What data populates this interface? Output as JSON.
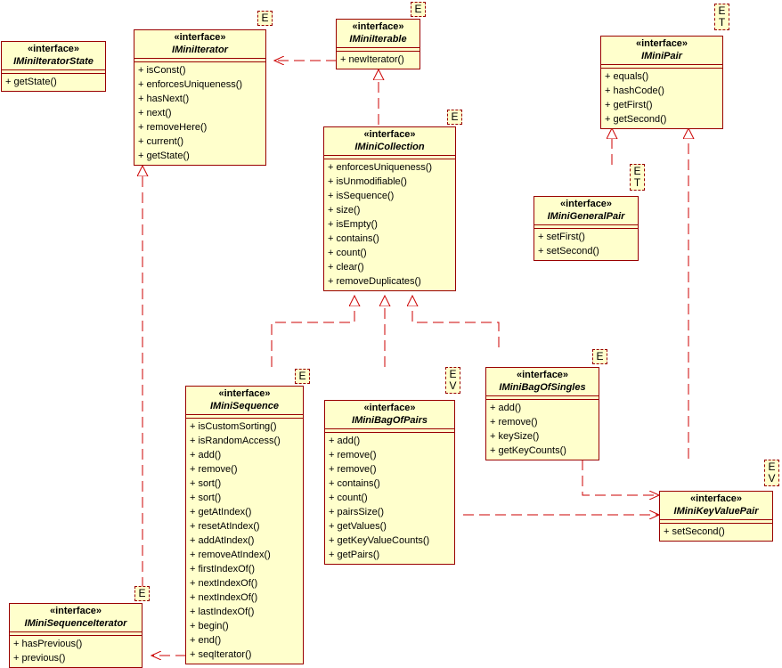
{
  "stereotype": "«interface»",
  "classes": {
    "iteratorState": {
      "name": "IMiniIteratorState",
      "methods": [
        "+ getState()"
      ],
      "type_params": []
    },
    "iterator": {
      "name": "IMiniIterator",
      "methods": [
        "+ isConst()",
        "+ enforcesUniqueness()",
        "+ hasNext()",
        "+ next()",
        "+ removeHere()",
        "+ current()",
        "+ getState()"
      ],
      "type_params": [
        "E"
      ]
    },
    "iterable": {
      "name": "IMiniIterable",
      "methods": [
        "+ newIterator()"
      ],
      "type_params": [
        "E"
      ]
    },
    "collection": {
      "name": "IMiniCollection",
      "methods": [
        "+ enforcesUniqueness()",
        "+ isUnmodifiable()",
        "+ isSequence()",
        "+ size()",
        "+ isEmpty()",
        "+ contains()",
        "+ count()",
        "+ clear()",
        "+ removeDuplicates()"
      ],
      "type_params": [
        "E"
      ]
    },
    "pair": {
      "name": "IMiniPair",
      "methods": [
        "+ equals()",
        "+ hashCode()",
        "+ getFirst()",
        "+ getSecond()"
      ],
      "type_params": [
        "E",
        "T"
      ]
    },
    "generalPair": {
      "name": "IMiniGeneralPair",
      "methods": [
        "+ setFirst()",
        "+ setSecond()"
      ],
      "type_params": [
        "E",
        "T"
      ]
    },
    "sequence": {
      "name": "IMiniSequence",
      "methods": [
        "+ isCustomSorting()",
        "+ isRandomAccess()",
        "+ add()",
        "+ remove()",
        "+ sort()",
        "+ sort()",
        "+ getAtIndex()",
        "+ resetAtIndex()",
        "+ addAtIndex()",
        "+ removeAtIndex()",
        "+ firstIndexOf()",
        "+ nextIndexOf()",
        "+ nextIndexOf()",
        "+ lastIndexOf()",
        "+ begin()",
        "+ end()",
        "+ seqIterator()"
      ],
      "type_params": [
        "E"
      ]
    },
    "bagOfPairs": {
      "name": "IMiniBagOfPairs",
      "methods": [
        "+ add()",
        "+ remove()",
        "+ remove()",
        "+ contains()",
        "+ count()",
        "+ pairsSize()",
        "+ getValues()",
        "+ getKeyValueCounts()",
        "+ getPairs()"
      ],
      "type_params": [
        "E",
        "V"
      ]
    },
    "bagOfSingles": {
      "name": "IMiniBagOfSingles",
      "methods": [
        "+ add()",
        "+ remove()",
        "+ keySize()",
        "+ getKeyCounts()"
      ],
      "type_params": [
        "E"
      ]
    },
    "keyValuePair": {
      "name": "IMiniKeyValuePair",
      "methods": [
        "+ setSecond()"
      ],
      "type_params": [
        "E",
        "V"
      ]
    },
    "sequenceIterator": {
      "name": "IMiniSequenceIterator",
      "methods": [
        "+ hasPrevious()",
        "+ previous()"
      ],
      "type_params": [
        "E"
      ]
    }
  },
  "relations": [
    {
      "from": "iterable",
      "to": "iterator",
      "kind": "dependency"
    },
    {
      "from": "collection",
      "to": "iterable",
      "kind": "realization"
    },
    {
      "from": "sequence",
      "to": "collection",
      "kind": "realization"
    },
    {
      "from": "bagOfPairs",
      "to": "collection",
      "kind": "realization"
    },
    {
      "from": "bagOfSingles",
      "to": "collection",
      "kind": "realization"
    },
    {
      "from": "generalPair",
      "to": "pair",
      "kind": "realization"
    },
    {
      "from": "keyValuePair",
      "to": "pair",
      "kind": "realization"
    },
    {
      "from": "sequenceIterator",
      "to": "iterator",
      "kind": "realization"
    },
    {
      "from": "sequence",
      "to": "sequenceIterator",
      "kind": "dependency"
    },
    {
      "from": "bagOfSingles",
      "to": "keyValuePair",
      "kind": "dependency"
    },
    {
      "from": "bagOfPairs",
      "to": "keyValuePair",
      "kind": "dependency"
    }
  ],
  "colors": {
    "fill": "#ffffcc",
    "border": "#990000",
    "line": "#cc0000"
  }
}
